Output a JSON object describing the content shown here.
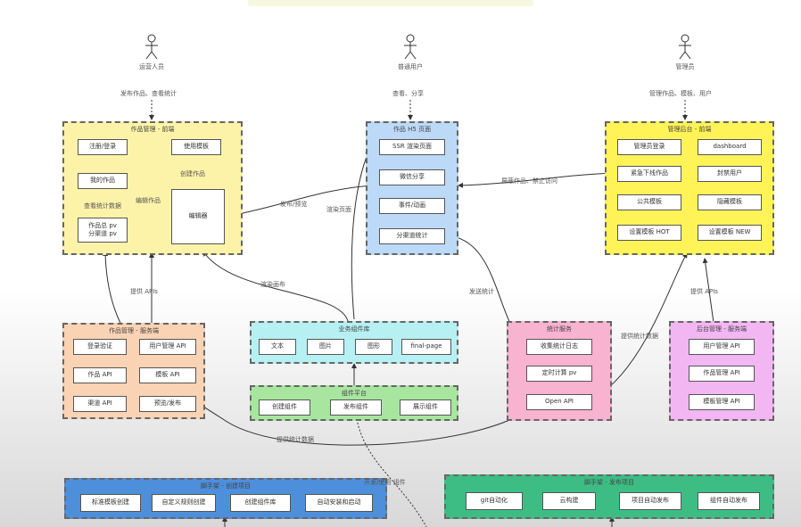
{
  "actors": {
    "operator": "运营人员",
    "user": "普通用户",
    "admin": "管理员"
  },
  "actor_actions": {
    "operator": "发布作品、查看统计",
    "user": "查看、分享",
    "admin": "管理作品、模板、用户"
  },
  "groups": {
    "works_frontend": {
      "title": "作品管理 - 前端",
      "login": "注册/登录",
      "use_template": "使用模板",
      "my_works": "我的作品",
      "create_work": "创建作品",
      "edit_work": "编辑作品",
      "view_stats": "查看统计数据",
      "editor": "编辑器",
      "pv": "作品总 pv\n分渠道 pv"
    },
    "h5_page": {
      "title": "作品 H5 页面",
      "ssr": "SSR 渲染页面",
      "wechat": "微信分享",
      "events": "事件/动画",
      "channel": "分渠道统计"
    },
    "admin_frontend": {
      "title": "管理后台 - 前端",
      "admin_login": "管理员登录",
      "dashboard": "dashboard",
      "offline": "紧急下线作品",
      "ban_user": "封禁用户",
      "public_tpl": "公共模板",
      "hidden_tpl": "隐藏模板",
      "hot": "设置模板 HOT",
      "new": "设置模板 NEW"
    },
    "works_service": {
      "title": "作品管理 - 服务端",
      "login_verify": "登录验证",
      "user_api": "用户管理 API",
      "works_api": "作品 API",
      "tpl_api": "模板 API",
      "channel_api": "渠道 API",
      "preview": "预览/发布"
    },
    "biz_components": {
      "title": "业务组件库",
      "text": "文本",
      "image": "图片",
      "shape": "图形",
      "final_page": "final-page"
    },
    "component_platform": {
      "title": "组件平台",
      "create": "创建组件",
      "publish": "发布组件",
      "show": "展示组件"
    },
    "stats_service": {
      "title": "统计服务",
      "collect": "收集统计日志",
      "compute": "定时计算 pv",
      "open_api": "Open API"
    },
    "admin_service": {
      "title": "后台管理 - 服务端",
      "user_api": "用户管理 API",
      "works_api": "作品管理 API",
      "tpl_api": "模板管理 API"
    },
    "infra_a": {
      "title": "脚手架 - 创建项目",
      "std_tpl": "标准模板创建",
      "custom_tpl": "自定义规则创建",
      "create_lib": "创建组件库",
      "auto_install": "自动安装和启动"
    },
    "infra_b": {
      "title": "脚手架 - 发布项目",
      "git": "git自动化",
      "cloud_build": "云构建",
      "auto_publish": "项目自动发布",
      "comp_publish": "组件自动发布"
    }
  },
  "edge_labels": {
    "publish_preview": "发布/预览",
    "render_page": "渲染页面",
    "render_comp": "渲染画布",
    "provide_api": "提供 APIs",
    "block_works": "屏蔽作品、禁止访问",
    "send_stats": "发送统计",
    "provide_stats": "提供统计数据",
    "provide_stats2": "提供统计数据",
    "provide_api2": "提供 APIs",
    "dev_use": "开发/使用 组件"
  },
  "colors": {
    "yellow": "#fdf3a8",
    "blue": "#bcd9f7",
    "yellow2": "#fff357",
    "orange": "#f9d3b4",
    "cyan": "#b7f0f2",
    "green": "#a8e6a0",
    "pink": "#f7b3cf",
    "violet": "#f2b6f3",
    "blue2": "#4d8fdb",
    "green2": "#3dbd84"
  }
}
